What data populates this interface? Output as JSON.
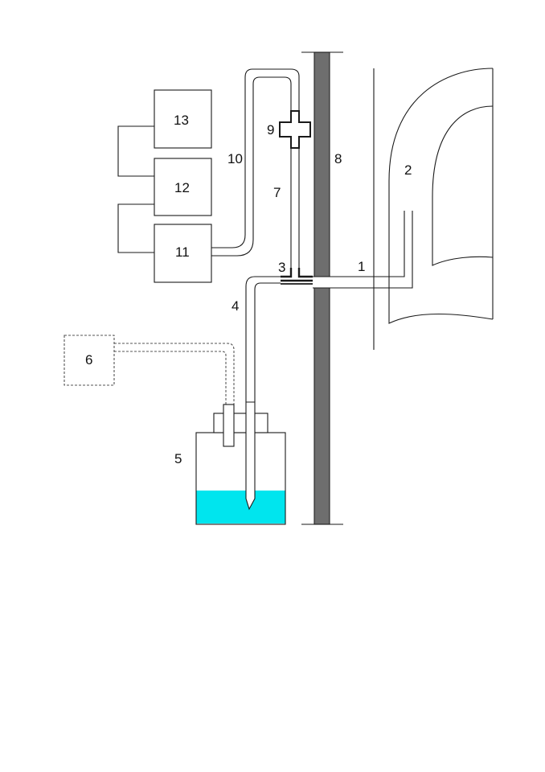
{
  "colors": {
    "line": "#1a1a1a",
    "wall": "#6e6e6e",
    "liquid": "#00e5ee",
    "dashed": "#555555",
    "background": "#ffffff"
  },
  "labels": {
    "l1": "1",
    "l2": "2",
    "l3": "3",
    "l4": "4",
    "l5": "5",
    "l6": "6",
    "l7": "7",
    "l8": "8",
    "l9": "9",
    "l10": "10",
    "l11": "11",
    "l12": "12",
    "l13": "13"
  }
}
